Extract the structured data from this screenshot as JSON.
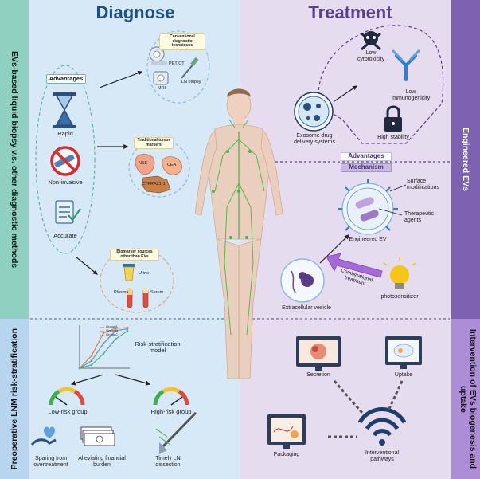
{
  "headers": {
    "diagnose": "Diagnose",
    "treatment": "Treatment"
  },
  "side_labels": {
    "left_top": "EVs-based liquid biopsy v.s. other diagnostic methods",
    "left_bottom": "Preoperative LNM risk-stratification",
    "right_top": "Engineered EVs",
    "right_bottom": "Intervention of EVs biogenesis and uptake"
  },
  "diagnose": {
    "advantages_title": "Advantages",
    "advantages": [
      "Rapid",
      "Non-invasive",
      "Accurate"
    ],
    "conventional_title": "Conventional diagnostic techniques",
    "conventional_items": [
      "PET/CT",
      "MRI",
      "LN biopsy"
    ],
    "traditional_title": "Traditional tumor markers",
    "traditional_items": [
      "NSE",
      "CEA",
      "CYFRA21-1"
    ],
    "biomarker_title": "Biomarker sources other than EVs",
    "biomarker_items": [
      "Urine",
      "Plasma",
      "Serum"
    ]
  },
  "risk": {
    "model_label": "Risk-stratification model",
    "legend": [
      "Group A",
      "Group B",
      "Group C"
    ],
    "low_group": "Low-risk group",
    "high_group": "High-risk group",
    "outcomes": [
      "Sparing from overtreatment",
      "Alleviating financial burden",
      "Timely LN dissection"
    ]
  },
  "treatment": {
    "items": [
      "Low cytotoxicity",
      "Low immunogenicity",
      "High stability"
    ],
    "exosome": "Exosome drug delivery systems",
    "advantages_tag": "Advantages",
    "mechanism_tag": "Mechanism",
    "surface": "Surface modifications",
    "therapeutic": "Therapeutic agents",
    "engineered": "Engineered EV",
    "combinational": "Combinational treatment",
    "ev": "Extracellular vesicle",
    "photosensitizer": "photosensitizer"
  },
  "intervention": {
    "items": [
      "Secretion",
      "Uptake",
      "Packaging",
      "Interventional pathways"
    ]
  },
  "colors": {
    "left_bg": "#d7e9f7",
    "right_bg": "#e5dcf0",
    "left_bar": "#8fd0c0",
    "right_bar": "#7e61b0",
    "dashed": "#5b3f8f"
  },
  "chart_data": {
    "type": "line",
    "series": [
      {
        "name": "Group A",
        "values": [
          0,
          30,
          85,
          96,
          98
        ]
      },
      {
        "name": "Group B",
        "values": [
          0,
          18,
          60,
          90,
          95
        ]
      },
      {
        "name": "Group C",
        "values": [
          0,
          8,
          35,
          70,
          90
        ]
      }
    ]
  }
}
